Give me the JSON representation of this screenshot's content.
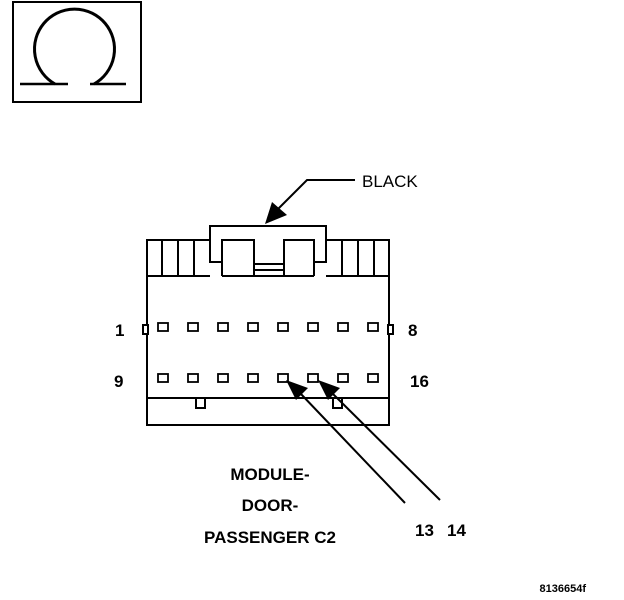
{
  "connector": {
    "color_label": "BLACK",
    "pins_row1": {
      "first": "1",
      "last": "8"
    },
    "pins_row2": {
      "first": "9",
      "last": "16"
    },
    "callout_pins": [
      "13",
      "14"
    ],
    "name_lines": [
      "MODULE-",
      "DOOR-",
      "PASSENGER C2"
    ]
  },
  "figure_id": "8136654f",
  "icon": "connector-view-icon"
}
